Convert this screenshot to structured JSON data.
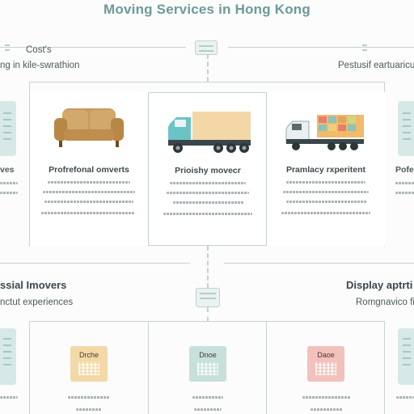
{
  "title": "Moving Services in Hong Kong",
  "top_left": {
    "line1": "Cost's",
    "line2": "ng in kile-swrathion"
  },
  "top_right": {
    "line1": "Pestusif eartuaricue"
  },
  "middle_left": {
    "heading": "ssial Imovers",
    "sub": "nctut experiences"
  },
  "middle_right": {
    "heading": "Display aptrti",
    "sub": "Romgnavico fi"
  },
  "cards_top": [
    {
      "title": "Profrefonal omverts",
      "icon": "sofa-icon"
    },
    {
      "title": "Prioishy movecr",
      "icon": "truck-icon"
    },
    {
      "title": "Pramlacy rxperitent",
      "icon": "container-truck-icon"
    }
  ],
  "edge_left_top": "ves",
  "edge_right_top": "Pofe",
  "cards_bottom": [
    {
      "label": "Drche",
      "color": "#f3d9a8"
    },
    {
      "label": "Dnoe",
      "color": "#c7e0dc"
    },
    {
      "label": "Daoe",
      "color": "#f3c1bb"
    }
  ],
  "colors": {
    "accent": "#6d9a99",
    "node": "#eaf3f1",
    "card_border": "#c5d3d0",
    "sofa": "#c99a5b",
    "truck_cab": "#6cc3c6",
    "truck_box": "#f3d7a6"
  }
}
